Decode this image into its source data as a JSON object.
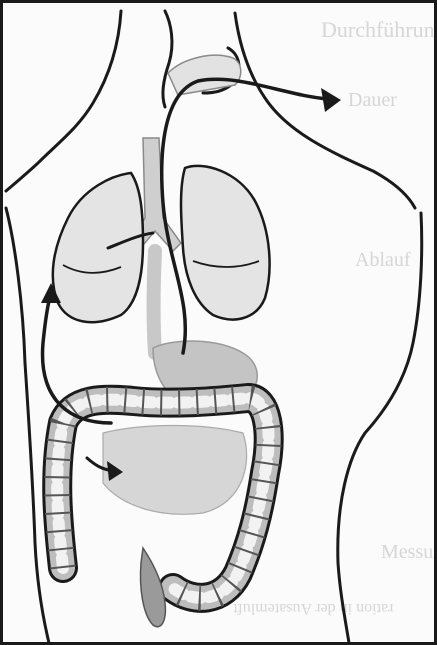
{
  "bleed_through": {
    "line1": "Durchführung",
    "line2": "Dauer",
    "line3": "Ablauf",
    "line4": "Messung",
    "line5": "ration in der Ausatemluft"
  },
  "colors": {
    "ink": "#1a1a1a",
    "organ_gray": "#bdbdbd",
    "dark_gray": "#8a8a8a",
    "light_gray": "#e2e2e2",
    "paper": "#fbfbfb"
  }
}
